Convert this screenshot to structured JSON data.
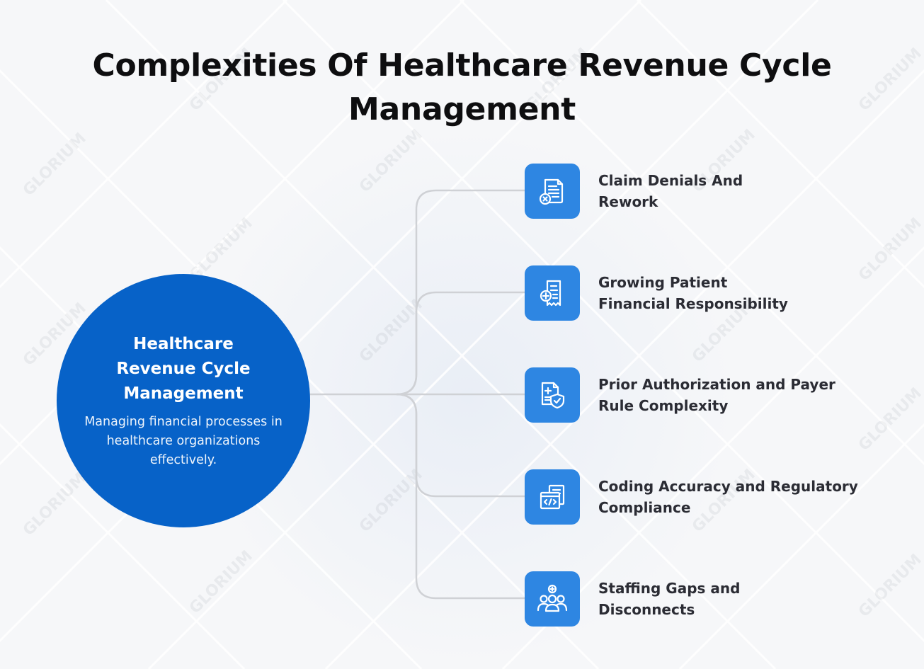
{
  "title": {
    "line1": "Complexities Of Healthcare Revenue Cycle",
    "line2": "Management"
  },
  "hub": {
    "title_lines": [
      "Healthcare",
      "Revenue Cycle",
      "Management"
    ],
    "description": "Managing financial processes in healthcare organizations effectively."
  },
  "items": [
    {
      "icon": "denied-claim-document-icon",
      "lines": [
        "Claim Denials And",
        "Rework"
      ]
    },
    {
      "icon": "medical-bill-receipt-icon",
      "lines": [
        "Growing Patient",
        "Financial Responsibility"
      ]
    },
    {
      "icon": "authorization-shield-document-icon",
      "lines": [
        "Prior Authorization and Payer",
        "Rule Complexity"
      ]
    },
    {
      "icon": "code-documents-icon",
      "lines": [
        "Coding Accuracy and Regulatory",
        "Compliance"
      ]
    },
    {
      "icon": "medical-staff-team-icon",
      "lines": [
        "Staffing Gaps and",
        "Disconnects"
      ]
    }
  ],
  "watermark": "GLORIUM",
  "colors": {
    "hub": "#0762c8",
    "icon_tile": "#2e86e2",
    "connector": "#cfd1d5",
    "title": "#0e0e10",
    "label": "#2b2c34",
    "background": "#f6f7f9"
  }
}
